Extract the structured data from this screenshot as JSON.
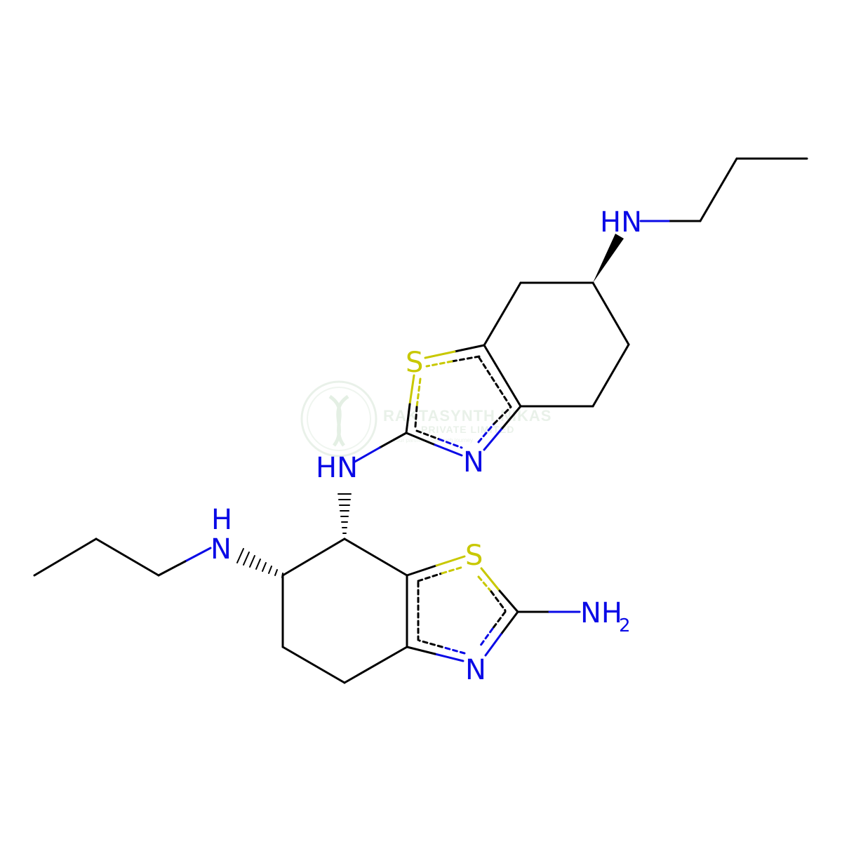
{
  "colors": {
    "bond": "#000000",
    "nitrogen": "#0a0ae6",
    "sulfur": "#c8c800",
    "watermark": "#d8e6d8"
  },
  "atoms": {
    "hn_top": "HN",
    "s_top": "S",
    "n_top": "N",
    "hn_mid": "HN",
    "h_left": "H",
    "n_left": "N",
    "s_bottom": "S",
    "n_bottom": "N",
    "nh2_main": "NH",
    "nh2_sub": "2"
  },
  "watermark": {
    "line1": "RAKTASYNTH NIKAS",
    "line2": "PRIVATE LIMITED",
    "tagline": "Your partner in research journey"
  }
}
